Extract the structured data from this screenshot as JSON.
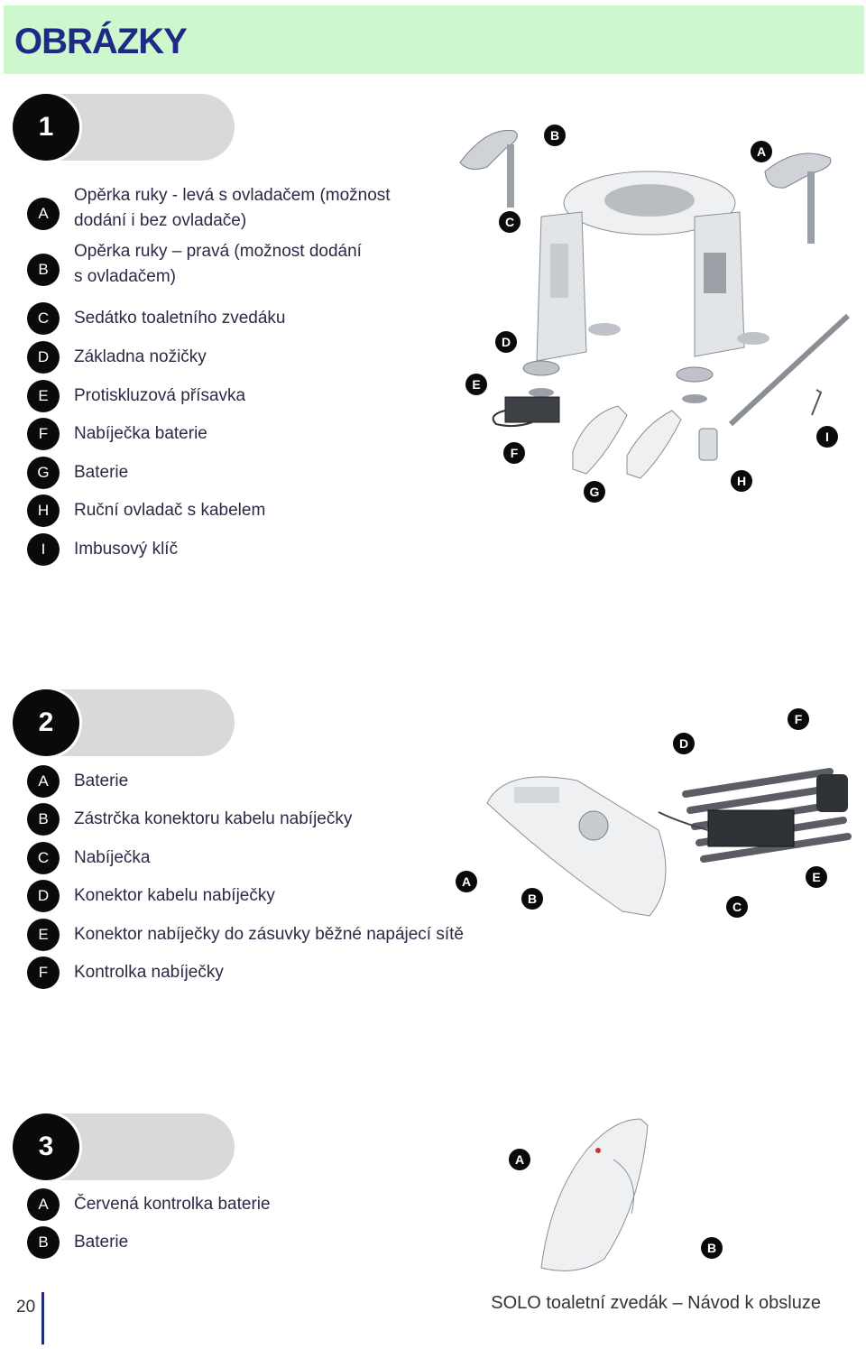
{
  "header": {
    "title": "OBRÁZKY"
  },
  "sections": [
    {
      "number": "1",
      "items": [
        {
          "letter": "A",
          "text_line1": "Opěrka ruky - levá s ovladačem (možnost",
          "text_line2": "dodání i bez ovladače)"
        },
        {
          "letter": "B",
          "text_line1": "Opěrka ruky – pravá (možnost dodání",
          "text_line2": "s ovladačem)"
        },
        {
          "letter": "C",
          "text_line1": "Sedátko toaletního zvedáku"
        },
        {
          "letter": "D",
          "text_line1": "Základna nožičky"
        },
        {
          "letter": "E",
          "text_line1": "Protiskluzová přísavka"
        },
        {
          "letter": "F",
          "text_line1": "Nabíječka baterie"
        },
        {
          "letter": "G",
          "text_line1": "Baterie"
        },
        {
          "letter": "H",
          "text_line1": "Ruční ovladač s kabelem"
        },
        {
          "letter": "I",
          "text_line1": "Imbusový klíč"
        }
      ],
      "callouts": [
        "B",
        "A",
        "C",
        "D",
        "E",
        "F",
        "G",
        "H",
        "I"
      ]
    },
    {
      "number": "2",
      "items": [
        {
          "letter": "A",
          "text_line1": "Baterie"
        },
        {
          "letter": "B",
          "text_line1": "Zástrčka konektoru kabelu nabíječky"
        },
        {
          "letter": "C",
          "text_line1": "Nabíječka"
        },
        {
          "letter": "D",
          "text_line1": "Konektor kabelu nabíječky"
        },
        {
          "letter": "E",
          "text_line1": "Konektor nabíječky do zásuvky běžné napájecí sítě"
        },
        {
          "letter": "F",
          "text_line1": "Kontrolka nabíječky"
        }
      ],
      "callouts": [
        "F",
        "D",
        "A",
        "B",
        "C",
        "E"
      ]
    },
    {
      "number": "3",
      "items": [
        {
          "letter": "A",
          "text_line1": "Červená kontrolka baterie"
        },
        {
          "letter": "B",
          "text_line1": "Baterie"
        }
      ],
      "callouts": [
        "A",
        "B"
      ]
    }
  ],
  "footer": {
    "page_number": "20",
    "text": "SOLO toaletní zvedák – Návod k obsluze"
  }
}
